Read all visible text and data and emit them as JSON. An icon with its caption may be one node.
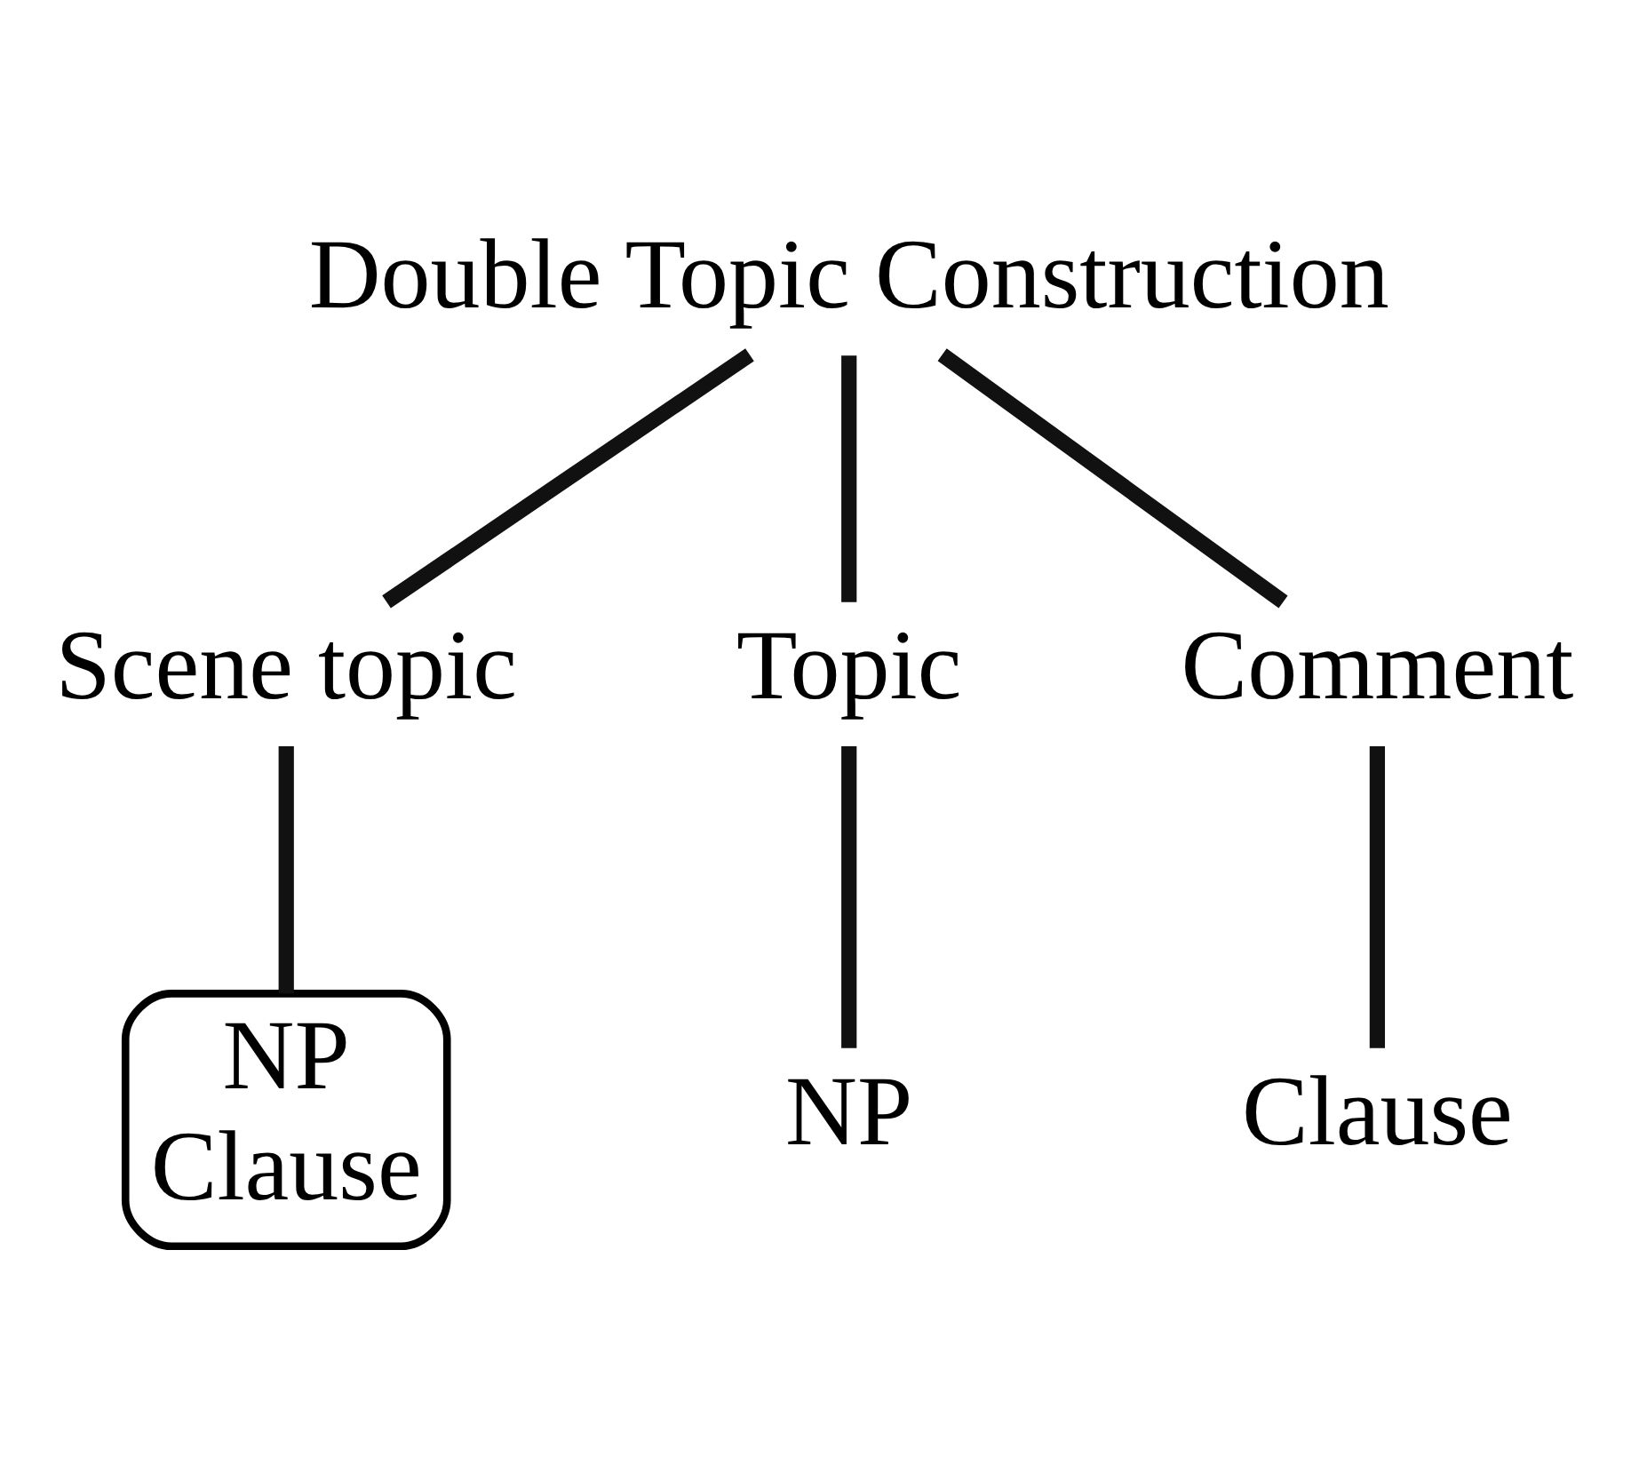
{
  "diagram": {
    "nodes": [
      {
        "text": [
          "Double Topic Construction"
        ]
      },
      {
        "text": [
          "Scene topic"
        ]
      },
      {
        "text": [
          "Topic"
        ]
      },
      {
        "text": [
          "Comment"
        ]
      },
      {
        "text": [
          "NP",
          "Clause"
        ]
      },
      {
        "text": [
          "NP"
        ]
      },
      {
        "text": [
          "Clause"
        ]
      }
    ],
    "edges": [
      {
        "from": 0,
        "to": 1,
        "arrow": "none"
      },
      {
        "from": 0,
        "to": 2,
        "arrow": "none"
      },
      {
        "from": 0,
        "to": 3,
        "arrow": "none"
      },
      {
        "from": 1,
        "to": 4,
        "arrow": "none"
      },
      {
        "from": 2,
        "to": 5,
        "arrow": "none"
      },
      {
        "from": 3,
        "to": 6,
        "arrow": "none"
      }
    ]
  }
}
